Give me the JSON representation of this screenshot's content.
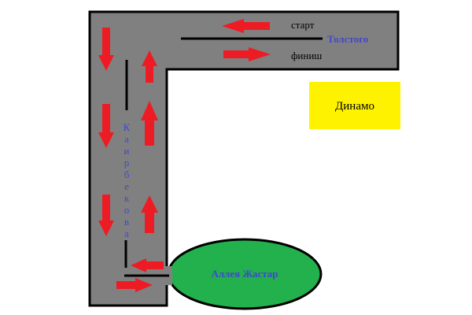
{
  "labels": {
    "start": "старт",
    "finish": "финиш",
    "street_top": "Толстого",
    "street_side": [
      "К",
      "а",
      "и",
      "р",
      "б",
      "е",
      "к",
      "о",
      "в",
      "а"
    ],
    "stadium": "Динамо",
    "park": "Аллея Жастар"
  },
  "colors": {
    "road": "#808080",
    "arrow": "#ed1c24",
    "street_label": "#3f48cc",
    "stadium": "#fff200",
    "park": "#22b14c"
  }
}
